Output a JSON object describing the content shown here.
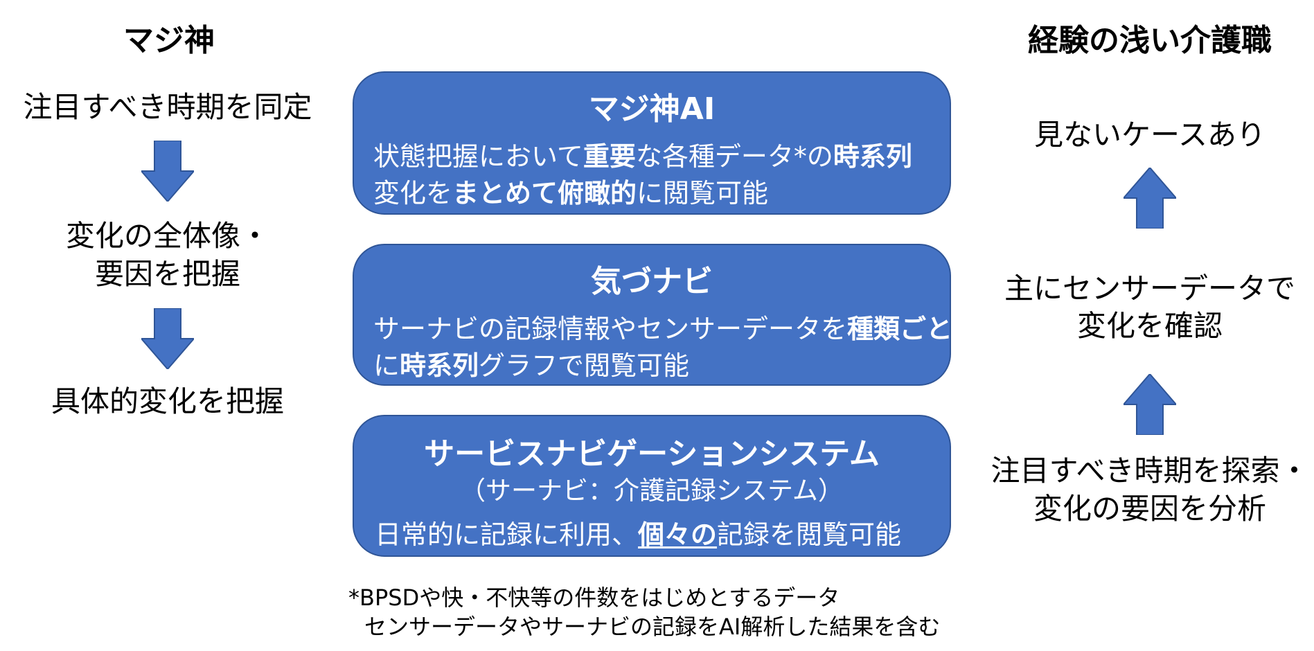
{
  "left": {
    "heading": "マジ神",
    "steps": [
      "注目すべき時期を同定",
      "変化の全体像・",
      "要因を把握",
      "具体的変化を把握"
    ]
  },
  "right": {
    "heading": "経験の浅い介護職",
    "steps": [
      "見ないケースあり",
      "主にセンサーデータで",
      "変化を確認",
      "注目すべき時期を探索・",
      "変化の要因を分析"
    ]
  },
  "boxes": [
    {
      "title": "マジ神AI",
      "line1": [
        {
          "text": "状態把握において",
          "bold": false
        },
        {
          "text": "重要",
          "bold": true
        },
        {
          "text": "な各種データ*の",
          "bold": false
        },
        {
          "text": "時系列",
          "bold": true
        }
      ],
      "line2": [
        {
          "text": "変化を",
          "bold": false
        },
        {
          "text": "まとめて俯瞰的",
          "bold": true
        },
        {
          "text": "に閲覧可能",
          "bold": false
        }
      ]
    },
    {
      "title": "気づナビ",
      "line1": [
        {
          "text": "サーナビの記録情報やセンサーデータを",
          "bold": false
        },
        {
          "text": "種類ごと",
          "bold": true
        }
      ],
      "line2": [
        {
          "text": "に",
          "bold": false
        },
        {
          "text": "時系列",
          "bold": true
        },
        {
          "text": "グラフで閲覧可能",
          "bold": false
        }
      ]
    },
    {
      "title": "サービスナビゲーションシステム",
      "subtitle": "（サーナビ：介護記録システム）",
      "line1": [
        {
          "text": "日常的に記録に利用、",
          "bold": false
        },
        {
          "text": "個々の",
          "bold": true,
          "underline": true
        },
        {
          "text": "記録を閲覧可能",
          "bold": false
        }
      ]
    }
  ],
  "footnote": {
    "line1": "*BPSDや快・不快等の件数をはじめとするデータ",
    "line2": "センサーデータやサーナビの記録をAI解析した結果を含む"
  },
  "colors": {
    "box_fill": "#4472c4",
    "box_border": "#2f5597",
    "arrow_fill": "#4472c4",
    "box_text": "#ffffff"
  }
}
